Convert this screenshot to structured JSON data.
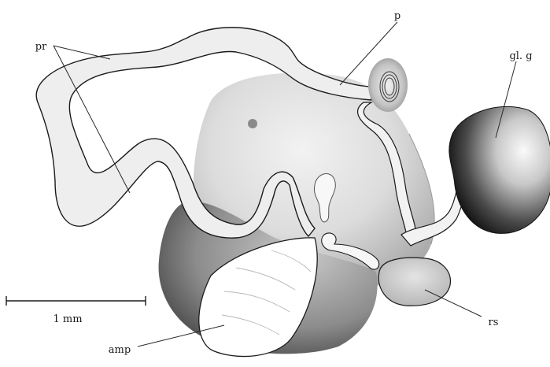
{
  "labels": {
    "p": "p",
    "pr": "pr",
    "gl_g": "gl. g",
    "amp": "amp",
    "rs": "rs"
  },
  "scale_bar": {
    "label": "1 mm"
  }
}
